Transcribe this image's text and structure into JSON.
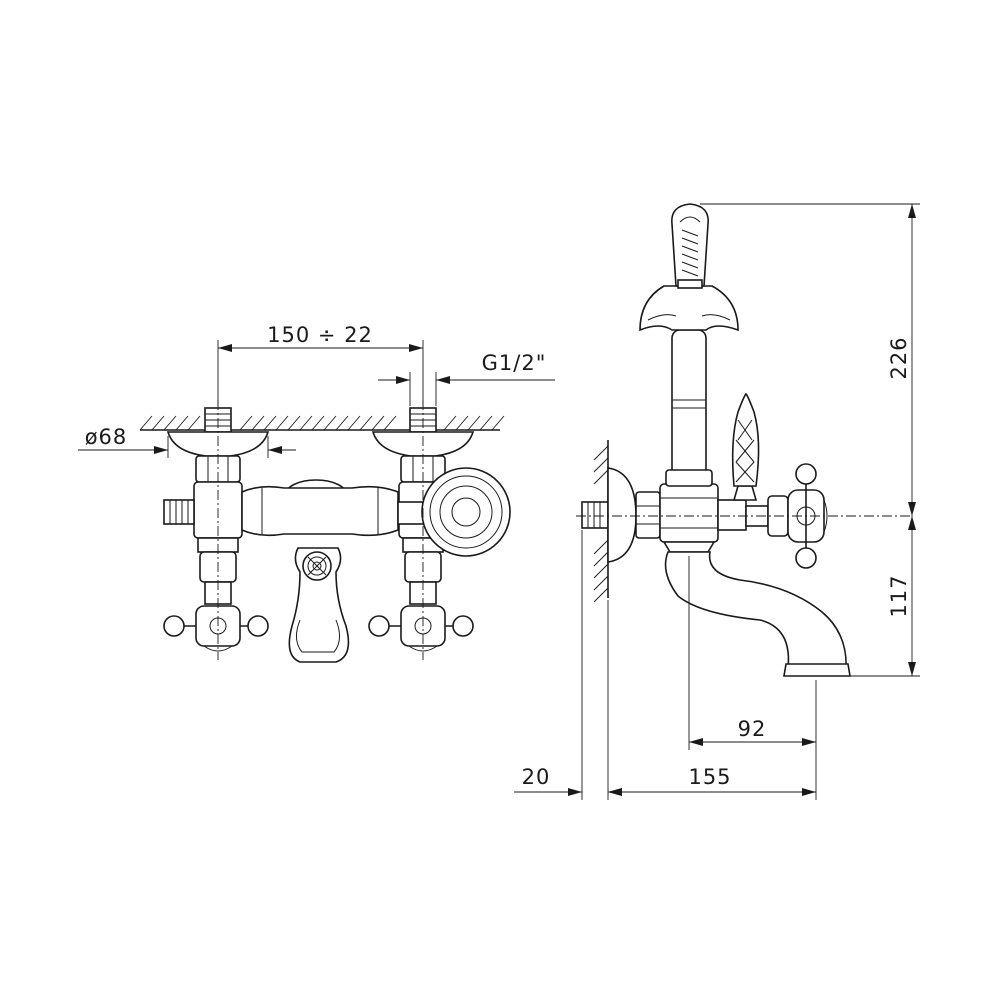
{
  "front_view": {
    "dim_spacing": "150  ÷  22",
    "dim_thread": "G1/2\"",
    "dim_flange": "ø68"
  },
  "side_view": {
    "dim_height_top": "226",
    "dim_height_bottom": "117",
    "dim_spout_reach": "92",
    "dim_projection": "155",
    "dim_wall_offset": "20"
  }
}
